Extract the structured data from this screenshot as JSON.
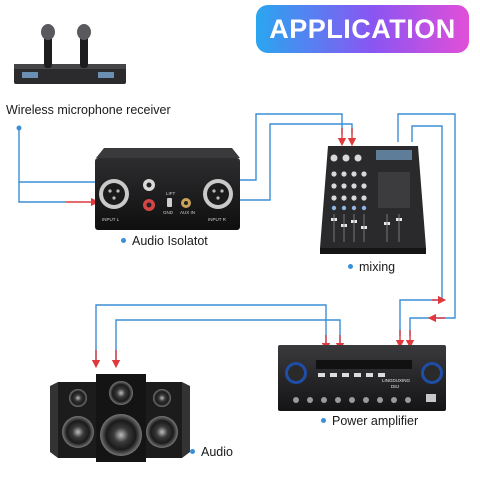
{
  "title": "APPLICATION",
  "colors": {
    "blue_wire": "#3b8fd6",
    "red_wire": "#e0383d",
    "dot": "#3b8fd6"
  },
  "devices": {
    "receiver": {
      "label": "Wireless microphone receiver"
    },
    "isolator": {
      "label": "Audio Isolatot",
      "input_left": "INPUT L",
      "input_right": "INPUT R",
      "lift": "LIFT",
      "gnd": "GND",
      "aux": "AUX IN"
    },
    "mixer": {
      "label": "mixing"
    },
    "amplifier": {
      "label": "Power amplifier",
      "brand": "LINGDUXING",
      "model": "D8J"
    },
    "speakers": {
      "label": "Audio"
    }
  }
}
